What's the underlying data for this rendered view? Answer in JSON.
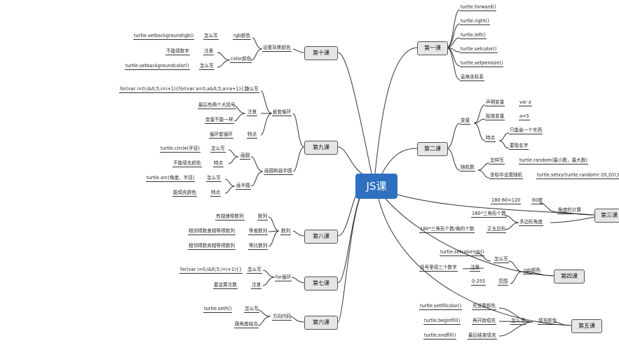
{
  "root": "JS课",
  "lesson1": {
    "title": "第一课",
    "items": [
      "turtle.forward()",
      "turtle.right()",
      "turtle.left()",
      "turtle.setcolor()",
      "turtle.setpensize()",
      "直角坐标系"
    ]
  },
  "lesson2": {
    "title": "第二课",
    "var_group": "变量",
    "declare": "声明变量",
    "declare_ex": "var a",
    "assign": "赋值变量",
    "assign_ex": "a=5",
    "feature": "特点",
    "feature1": "只能装一个东西",
    "feature2": "要取名字",
    "random": "随机数",
    "howto": "怎样写",
    "howto_ex": "turtle.random(最小数，最大数)",
    "coord": "坐标中设置随机",
    "coord_ex": "turtle.setxy(turtle.random(-20,20),turtle"
  },
  "lesson3": {
    "title": "第三课",
    "calc1": "180-60=120",
    "deg60": "60度",
    "angle_calc": "角度的计算",
    "calc2": "180*三角形个数",
    "polygon_angle": "多边形角度",
    "calc3": "180*三角形个数/角的个数",
    "regular": "正五边形"
  },
  "lesson4": {
    "title": "第四课",
    "setcolor": "turtle.setcolorrgb()",
    "howto": "怎么写",
    "three_numbers": "括号里填三个数字",
    "note": "注意",
    "rgb_color": "rgb颜色",
    "range": "0-255",
    "range_label": "范围"
  },
  "lesson5": {
    "title": "第五课",
    "setfill": "turtle.setfillcolor()",
    "set_color": "先设置颜色",
    "begin": "turtle.beginfill()",
    "begin_label": "再开始填充",
    "end": "turtle.endfill()",
    "end_label": "最后结束填充",
    "howto": "怎么写",
    "fill_color": "填充颜色"
  },
  "lesson6": {
    "title": "第六课",
    "seth": "turtle.seth()",
    "howto": "怎么写",
    "direction": "方向代码",
    "combine": "跟角度结合"
  },
  "lesson7": {
    "title": "第七课",
    "for_code": "for(var i=0;i&lt;5;i=i+1){}",
    "howto": "怎么写",
    "for_loop": "for循环",
    "count": "要会算次数",
    "note": "注意"
  },
  "lesson8": {
    "title": "第八课",
    "regular": "有规律得数列",
    "seq": "数列",
    "arith": "相邻得数差相等得数列",
    "arith_label": "等差数列",
    "geo": "相邻得数商相等得数列",
    "geo_label": "等比数列",
    "seq_group": "数列"
  },
  "lesson9": {
    "title": "第九课",
    "nested_code": "for(var i=0;i&lt;5;i=i+1){for(var a=0;a&lt;5;a=a+1){}}",
    "howto": "怎么写",
    "nested": "嵌套循环",
    "brackets": "最后有两个大括号",
    "note": "注意",
    "diff_var": "变量不能一样",
    "loop_in_loop": "循环套循环",
    "feature": "特点",
    "circle": "turtle.circle(半径)",
    "circle_howto": "怎么写",
    "no_fill": "不能填充颜色",
    "circle_feature": "特点",
    "circle_label": "画圆",
    "arc": "turtle.arc(角度，半径)",
    "arc_howto": "怎么写",
    "can_fill": "能填充颜色",
    "arc_feature": "特点",
    "semicircle": "画半圆",
    "circle_group": "画圆和画半圆"
  },
  "lesson10": {
    "title": "第十课",
    "bg_rgb": "turtle.setbackgroundrgb()",
    "howto": "怎么写",
    "rgb_color": "rgb颜色",
    "bg_group": "设置背景颜色",
    "no_number": "不能填数字",
    "note": "注意",
    "color_label": "color颜色",
    "bg_color": "turtle.setbackgroundcolor()",
    "howto2": "怎么写"
  },
  "colors": {
    "root": "#2f6fbf",
    "node": "#e6e6e6",
    "line": "#333333"
  }
}
